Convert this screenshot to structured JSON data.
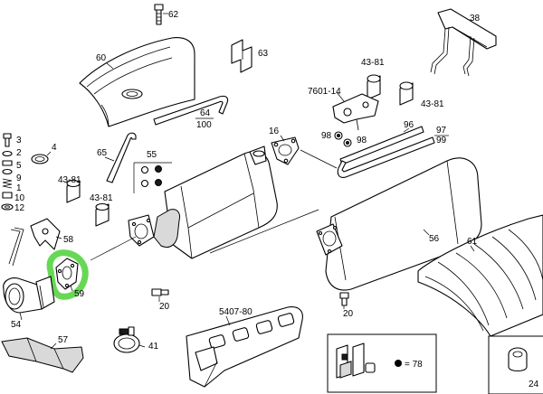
{
  "diagram": {
    "highlight_color": "#4cd137",
    "parts": [
      {
        "id": "p62",
        "label": "62"
      },
      {
        "id": "p60",
        "label": "60"
      },
      {
        "id": "p63",
        "label": "63"
      },
      {
        "id": "p38",
        "label": "38"
      },
      {
        "id": "p43a",
        "label": "43-81"
      },
      {
        "id": "p7601",
        "label": "7601-14"
      },
      {
        "id": "p43b",
        "label": "43-81"
      },
      {
        "id": "p64",
        "label": "64"
      },
      {
        "id": "p100",
        "label": "100"
      },
      {
        "id": "p96",
        "label": "96"
      },
      {
        "id": "p97",
        "label": "97"
      },
      {
        "id": "p99",
        "label": "99"
      },
      {
        "id": "p98a",
        "label": "98"
      },
      {
        "id": "p98b",
        "label": "98"
      },
      {
        "id": "p3",
        "label": "3"
      },
      {
        "id": "p2",
        "label": "2"
      },
      {
        "id": "p5",
        "label": "5"
      },
      {
        "id": "p9",
        "label": "9"
      },
      {
        "id": "p1",
        "label": "1"
      },
      {
        "id": "p10",
        "label": "10"
      },
      {
        "id": "p12",
        "label": "12"
      },
      {
        "id": "p4",
        "label": "4"
      },
      {
        "id": "p65",
        "label": "65"
      },
      {
        "id": "p55",
        "label": "55"
      },
      {
        "id": "p16",
        "label": "16"
      },
      {
        "id": "p43c",
        "label": "43-81"
      },
      {
        "id": "p43d",
        "label": "43-81"
      },
      {
        "id": "p58",
        "label": "58"
      },
      {
        "id": "p56",
        "label": "56"
      },
      {
        "id": "p61",
        "label": "61"
      },
      {
        "id": "p59",
        "label": "59"
      },
      {
        "id": "p54",
        "label": "54"
      },
      {
        "id": "p20a",
        "label": "20"
      },
      {
        "id": "p5407",
        "label": "5407-80"
      },
      {
        "id": "p20b",
        "label": "20"
      },
      {
        "id": "p41",
        "label": "41"
      },
      {
        "id": "p57",
        "label": "57"
      },
      {
        "id": "p78",
        "label": "= 78"
      },
      {
        "id": "p24",
        "label": "24"
      }
    ]
  }
}
